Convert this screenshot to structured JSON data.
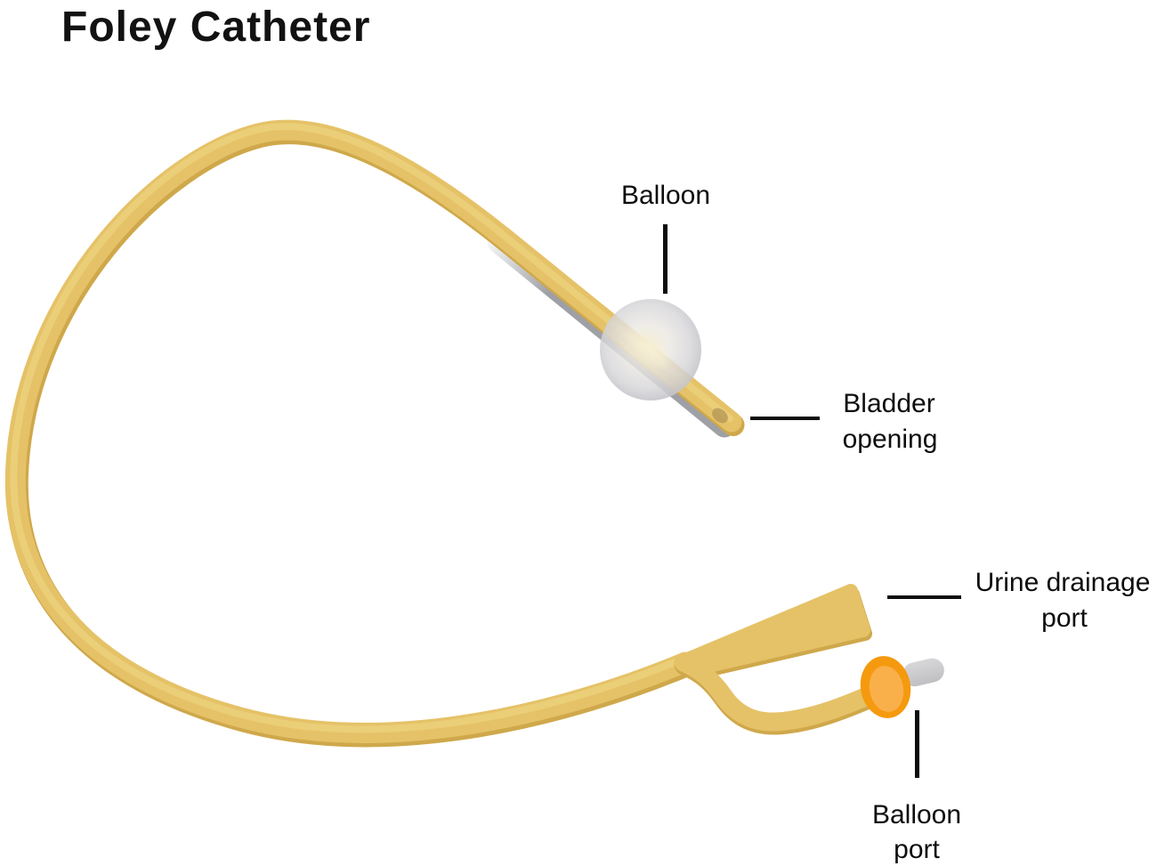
{
  "page": {
    "title": "Foley Catheter",
    "background": "#FFFFFF"
  },
  "labels": {
    "balloon": "Balloon",
    "bladder_opening": {
      "line1": "Bladder",
      "line2": "opening"
    },
    "urine_drainage_port": {
      "line1": "Urine drainage",
      "line2": "port"
    },
    "balloon_port": {
      "line1": "Balloon",
      "line2": "port"
    }
  },
  "colors": {
    "catheter_tube": "#E5C267",
    "tube_shadow_edge": "#CFA84B",
    "tube_highlight": "#ECD27E",
    "balloon_channel_gray": "#9EA0A6",
    "balloon_gray": "#C5C5C9",
    "balloon_glow": "#F6EED0",
    "valve_orange": "#F5990F",
    "valve_orange_light": "#F9B04A",
    "cap_gray": "#C9C9CB",
    "drainage_eye": "#B89B58",
    "label_text": "#0D0D0D"
  }
}
